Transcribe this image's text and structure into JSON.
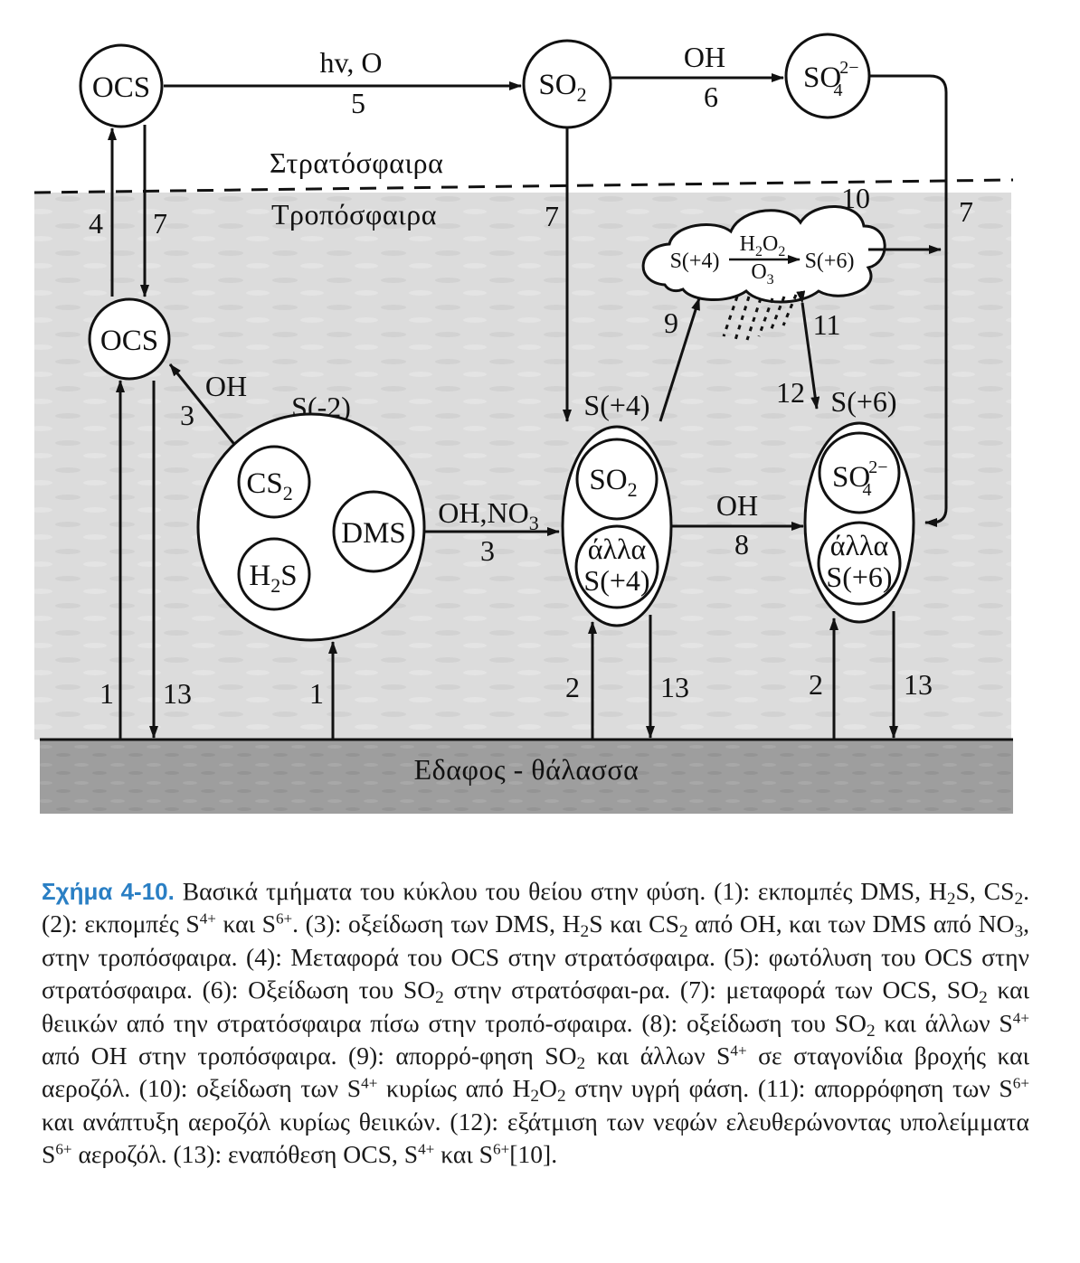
{
  "colors": {
    "troposphere_fill": "#dcdcdc",
    "ground_fill": "#9e9e9e",
    "line": "#111111",
    "caption_title": "#2a7fc4",
    "text": "#111111"
  },
  "layers": {
    "stratosphere": "Στρατόσφαιρα",
    "troposphere": "Τροπόσφαιρα",
    "ground": "Εδαφος - θάλασσα"
  },
  "nodes": {
    "ocs_strat": "OCS",
    "so2_strat": {
      "base": "SO",
      "sub": "2"
    },
    "so4_strat": {
      "base": "SO",
      "sub": "4",
      "sup": "2−"
    },
    "ocs_trop": "OCS",
    "s_minus2_title": "S(-2)",
    "cs2": {
      "base": "CS",
      "sub": "2"
    },
    "h2s": {
      "base": "H",
      "sub": "2",
      "rest": "S"
    },
    "dms": "DMS",
    "s_plus4_title": "S(+4)",
    "so2_trop": {
      "base": "SO",
      "sub": "2"
    },
    "other_s4_line1": "άλλα",
    "other_s4_line2": "S(+4)",
    "s_plus6_title": "S(+6)",
    "so4_trop": {
      "base": "SO",
      "sub": "4",
      "sup": "2−"
    },
    "other_s6_line1": "άλλα",
    "other_s6_line2": "S(+6)"
  },
  "cloud": {
    "number": "10",
    "left": "S(+4)",
    "right": "S(+6)",
    "top_reagent": {
      "base": "H",
      "sub1": "2",
      "mid": "O",
      "sub2": "2"
    },
    "bottom_reagent": {
      "base": "O",
      "sub": "3"
    }
  },
  "arrows": {
    "a5_top": "hv, O",
    "a5_num": "5",
    "a6_top": "OH",
    "a6_num": "6",
    "a7_right": "7",
    "a7_mid": "7",
    "a7_left": "7",
    "a4": "4",
    "a3_oh": "OH",
    "a3_num": "3",
    "a3_mid_top": {
      "base": "OH,NO",
      "sub": "3"
    },
    "a3_mid_num": "3",
    "a8_top": "OH",
    "a8_num": "8",
    "a9": "9",
    "a11": "11",
    "a12": "12",
    "a1_left": "1",
    "a13_left": "13",
    "a1_mid": "1",
    "a2_mid": "2",
    "a13_mid": "13",
    "a2_right": "2",
    "a13_right": "13"
  },
  "caption": {
    "title": "Σχήμα 4-10.",
    "c1": " Βασικά τμήματα του κύκλου του θείου στην φύση. (1): εκπομπές DMS, H",
    "c2": "2",
    "c3": "S, CS",
    "c4": "2",
    "c5": ". (2): εκπομπές S",
    "c6": "4+",
    "c7": " και S",
    "c8": "6+",
    "c9": ". (3): οξείδωση των DMS, H",
    "c10": "2",
    "c11": "S και CS",
    "c12": "2",
    "c13": " από OH, και των DMS από NO",
    "c14": "3",
    "c15": ", στην τροπόσφαιρα. (4): Μεταφορά του OCS στην στρατόσφαιρα. (5): φωτόλυση του OCS στην στρατόσφαιρα. (6): Οξείδωση του SO",
    "c16": "2",
    "c17": " στην στρατόσφαι-ρα. (7): μεταφορά των OCS, SO",
    "c18": "2",
    "c19": " και θειικών από την στρατόσφαιρα πίσω στην τροπό-σφαιρα. (8): οξείδωση του SO",
    "c20": "2",
    "c21": " και άλλων S",
    "c22": "4+",
    "c23": " από OH στην τροπόσφαιρα. (9): απορρό-φηση SO",
    "c24": "2",
    "c25": " και άλλων S",
    "c26": "4+",
    "c27": " σε σταγονίδια βροχής και αεροζόλ. (10): οξείδωση των S",
    "c28": "4+",
    "c29": " κυρίως από H",
    "c30": "2",
    "c31": "O",
    "c32": "2",
    "c33": " στην υγρή φάση. (11): απορρόφηση των S",
    "c34": "6+",
    "c35": " και ανάπτυξη αεροζόλ κυρίως θειικών. (12): εξάτμιση των νεφών ελευθερώνοντας υπολείμματα S",
    "c36": "6+",
    "c37": " αεροζόλ. (13): εναπόθεση OCS, S",
    "c38": "4+",
    "c39": " και S",
    "c40": "6+",
    "c41": "[10]."
  }
}
